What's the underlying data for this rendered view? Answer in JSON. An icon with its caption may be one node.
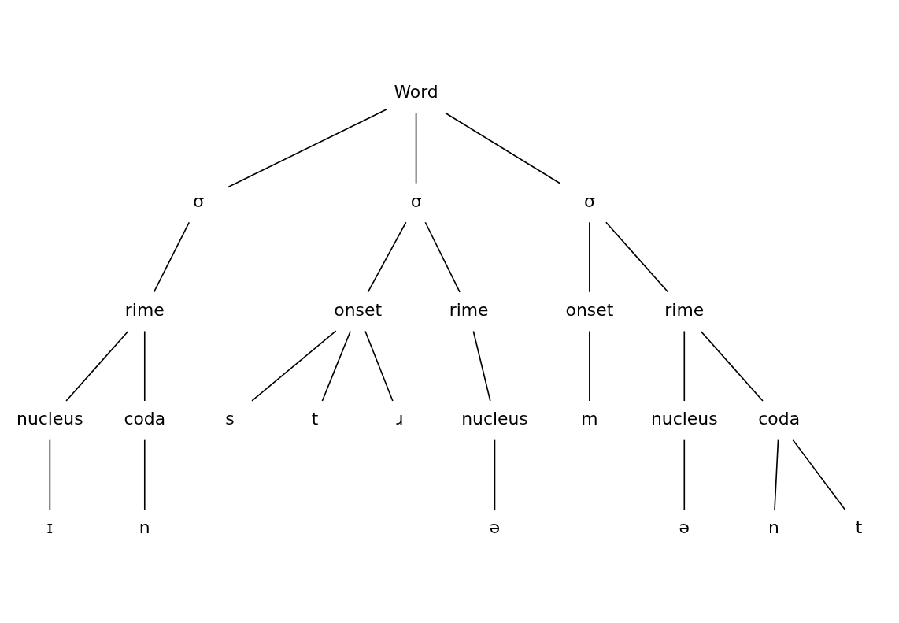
{
  "diagram": {
    "nodes": [
      {
        "text": [
          "Word"
        ]
      },
      {
        "text": [
          "σ"
        ]
      },
      {
        "text": [
          "σ"
        ]
      },
      {
        "text": [
          "σ"
        ]
      },
      {
        "text": [
          "rime"
        ]
      },
      {
        "text": [
          "onset"
        ]
      },
      {
        "text": [
          "rime"
        ]
      },
      {
        "text": [
          "onset"
        ]
      },
      {
        "text": [
          "rime"
        ]
      },
      {
        "text": [
          "nucleus"
        ]
      },
      {
        "text": [
          "coda"
        ]
      },
      {
        "text": [
          "s"
        ]
      },
      {
        "text": [
          "t"
        ]
      },
      {
        "text": [
          "ɹ"
        ]
      },
      {
        "text": [
          "nucleus"
        ]
      },
      {
        "text": [
          "m"
        ]
      },
      {
        "text": [
          "nucleus"
        ]
      },
      {
        "text": [
          "coda"
        ]
      },
      {
        "text": [
          "ɪ"
        ]
      },
      {
        "text": [
          "n"
        ]
      },
      {
        "text": [
          "ə"
        ]
      },
      {
        "text": [
          "ə"
        ]
      },
      {
        "text": [
          "n"
        ]
      },
      {
        "text": [
          "t"
        ]
      }
    ],
    "edges": [
      {
        "from": 0,
        "to": 1,
        "arrow": "none"
      },
      {
        "from": 0,
        "to": 2,
        "arrow": "none"
      },
      {
        "from": 0,
        "to": 3,
        "arrow": "none"
      },
      {
        "from": 1,
        "to": 4,
        "arrow": "none"
      },
      {
        "from": 2,
        "to": 5,
        "arrow": "none"
      },
      {
        "from": 2,
        "to": 6,
        "arrow": "none"
      },
      {
        "from": 3,
        "to": 7,
        "arrow": "none"
      },
      {
        "from": 3,
        "to": 8,
        "arrow": "none"
      },
      {
        "from": 4,
        "to": 9,
        "arrow": "none"
      },
      {
        "from": 4,
        "to": 10,
        "arrow": "none"
      },
      {
        "from": 5,
        "to": 11,
        "arrow": "none"
      },
      {
        "from": 5,
        "to": 12,
        "arrow": "none"
      },
      {
        "from": 5,
        "to": 13,
        "arrow": "none"
      },
      {
        "from": 6,
        "to": 14,
        "arrow": "none"
      },
      {
        "from": 7,
        "to": 15,
        "arrow": "none"
      },
      {
        "from": 8,
        "to": 16,
        "arrow": "none"
      },
      {
        "from": 8,
        "to": 17,
        "arrow": "none"
      },
      {
        "from": 9,
        "to": 18,
        "arrow": "none"
      },
      {
        "from": 10,
        "to": 19,
        "arrow": "none"
      },
      {
        "from": 14,
        "to": 20,
        "arrow": "none"
      },
      {
        "from": 16,
        "to": 21,
        "arrow": "none"
      },
      {
        "from": 17,
        "to": 22,
        "arrow": "none"
      },
      {
        "from": 17,
        "to": 23,
        "arrow": "none"
      }
    ]
  }
}
